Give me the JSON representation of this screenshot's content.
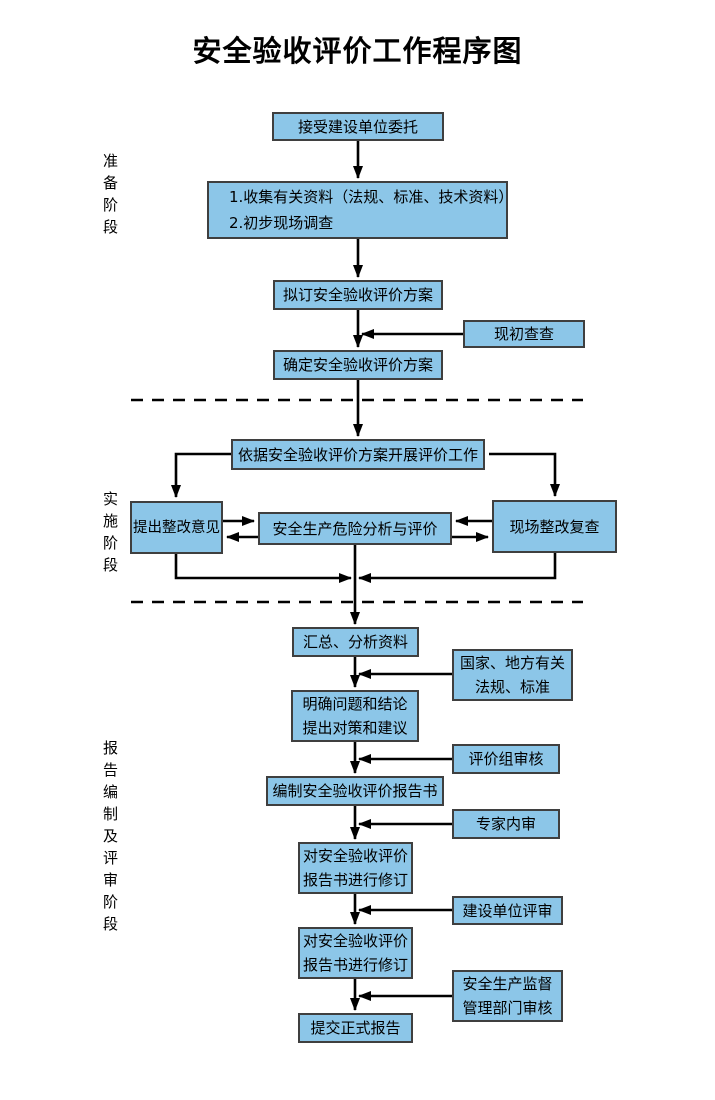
{
  "title": "安全验收评价工作程序图",
  "stage_labels": {
    "preparation": "准备阶段",
    "implementation": "实施阶段",
    "reporting": "报告编制及评审阶段"
  },
  "nodes": {
    "accept": {
      "lines": [
        "接受建设单位委托"
      ]
    },
    "collect": {
      "lines": [
        "1.收集有关资料（法规、标准、技术资料）",
        "2.初步现场调查"
      ]
    },
    "draft_plan": {
      "lines": [
        "拟订安全验收评价方案"
      ]
    },
    "initial_check": {
      "lines": [
        "现初查查"
      ]
    },
    "confirm_plan": {
      "lines": [
        "确定安全验收评价方案"
      ]
    },
    "carry_out": {
      "lines": [
        "依据安全验收评价方案开展评价工作"
      ]
    },
    "rectify_opinions": {
      "lines": [
        "提出整改意见"
      ]
    },
    "risk_analysis": {
      "lines": [
        "安全生产危险分析与评价"
      ]
    },
    "site_recheck": {
      "lines": [
        "现场整改复查"
      ]
    },
    "summarize": {
      "lines": [
        "汇总、分析资料"
      ]
    },
    "laws_standards": {
      "lines": [
        "国家、地方有关",
        "法规、标准"
      ]
    },
    "clarify_issues": {
      "lines": [
        "明确问题和结论",
        "提出对策和建议"
      ]
    },
    "team_review": {
      "lines": [
        "评价组审核"
      ]
    },
    "compile_report": {
      "lines": [
        "编制安全验收评价报告书"
      ]
    },
    "expert_review": {
      "lines": [
        "专家内审"
      ]
    },
    "revise_report_1": {
      "lines": [
        "对安全验收评价",
        "报告书进行修订"
      ]
    },
    "client_review": {
      "lines": [
        "建设单位评审"
      ]
    },
    "revise_report_2": {
      "lines": [
        "对安全验收评价",
        "报告书进行修订"
      ]
    },
    "authority_review": {
      "lines": [
        "安全生产监督",
        "管理部门审核"
      ]
    },
    "submit_report": {
      "lines": [
        "提交正式报告"
      ]
    }
  },
  "colors": {
    "node_fill": "#8CC6E8",
    "node_border": "#3F3F3F",
    "connector": "#000000",
    "text": "#000000",
    "background": "#FFFFFF"
  }
}
